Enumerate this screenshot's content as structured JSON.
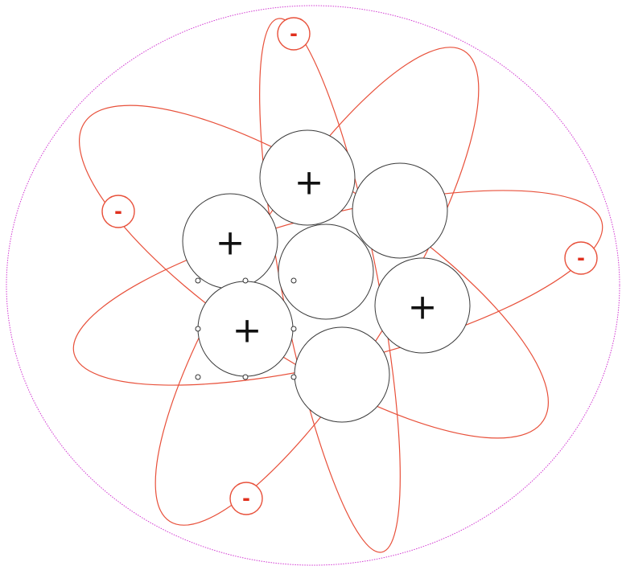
{
  "atom": {
    "colors": {
      "orbit": "#e8503a",
      "boundary": "#d23ad2",
      "nucleon_stroke": "#3a3a3a",
      "electron_text": "#e0301e",
      "nucleon_text": "#111111"
    },
    "nucleons": [
      {
        "kind": "proton",
        "label": "+"
      },
      {
        "kind": "proton",
        "label": "+"
      },
      {
        "kind": "neutron",
        "label": ""
      },
      {
        "kind": "neutron",
        "label": ""
      },
      {
        "kind": "proton",
        "label": "+"
      },
      {
        "kind": "proton",
        "label": "+"
      },
      {
        "kind": "neutron",
        "label": ""
      }
    ],
    "electrons": [
      {
        "label": "-"
      },
      {
        "label": "-"
      },
      {
        "label": "-"
      },
      {
        "label": "-"
      }
    ]
  }
}
